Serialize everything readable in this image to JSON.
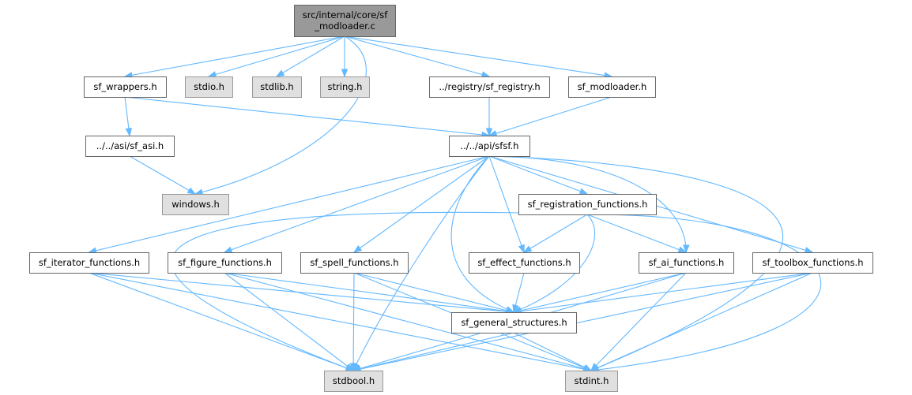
{
  "nodes": [
    {
      "id": "root",
      "lines": [
        "src/internal/core/sf",
        "_modloader.c"
      ],
      "kind": "root"
    },
    {
      "id": "sf_wrappers",
      "lines": [
        "sf_wrappers.h"
      ],
      "kind": "file"
    },
    {
      "id": "stdio",
      "lines": [
        "stdio.h"
      ],
      "kind": "sys"
    },
    {
      "id": "stdlib",
      "lines": [
        "stdlib.h"
      ],
      "kind": "sys"
    },
    {
      "id": "string",
      "lines": [
        "string.h"
      ],
      "kind": "sys"
    },
    {
      "id": "sf_registry",
      "lines": [
        "../registry/sf_registry.h"
      ],
      "kind": "file"
    },
    {
      "id": "sf_modloader",
      "lines": [
        "sf_modloader.h"
      ],
      "kind": "file"
    },
    {
      "id": "sf_asi",
      "lines": [
        "../../asi/sf_asi.h"
      ],
      "kind": "file"
    },
    {
      "id": "sfsf",
      "lines": [
        "../../api/sfsf.h"
      ],
      "kind": "file"
    },
    {
      "id": "windows",
      "lines": [
        "windows.h"
      ],
      "kind": "sys"
    },
    {
      "id": "sf_registration",
      "lines": [
        "sf_registration_functions.h"
      ],
      "kind": "file"
    },
    {
      "id": "sf_iterator",
      "lines": [
        "sf_iterator_functions.h"
      ],
      "kind": "file"
    },
    {
      "id": "sf_figure",
      "lines": [
        "sf_figure_functions.h"
      ],
      "kind": "file"
    },
    {
      "id": "sf_spell",
      "lines": [
        "sf_spell_functions.h"
      ],
      "kind": "file"
    },
    {
      "id": "sf_effect",
      "lines": [
        "sf_effect_functions.h"
      ],
      "kind": "file"
    },
    {
      "id": "sf_ai",
      "lines": [
        "sf_ai_functions.h"
      ],
      "kind": "file"
    },
    {
      "id": "sf_toolbox",
      "lines": [
        "sf_toolbox_functions.h"
      ],
      "kind": "file"
    },
    {
      "id": "sf_general",
      "lines": [
        "sf_general_structures.h"
      ],
      "kind": "file"
    },
    {
      "id": "stdbool",
      "lines": [
        "stdbool.h"
      ],
      "kind": "sys"
    },
    {
      "id": "stdint",
      "lines": [
        "stdint.h"
      ],
      "kind": "sys"
    }
  ],
  "edges": [
    [
      "root",
      "sf_wrappers"
    ],
    [
      "root",
      "stdio"
    ],
    [
      "root",
      "stdlib"
    ],
    [
      "root",
      "string"
    ],
    [
      "root",
      "sf_registry"
    ],
    [
      "root",
      "sf_modloader"
    ],
    [
      "root",
      "windows"
    ],
    [
      "sf_wrappers",
      "sf_asi"
    ],
    [
      "sf_wrappers",
      "sfsf"
    ],
    [
      "sf_asi",
      "windows"
    ],
    [
      "sf_registry",
      "sfsf"
    ],
    [
      "sf_modloader",
      "sfsf"
    ],
    [
      "sfsf",
      "sf_registration"
    ],
    [
      "sfsf",
      "sf_iterator"
    ],
    [
      "sfsf",
      "sf_figure"
    ],
    [
      "sfsf",
      "sf_spell"
    ],
    [
      "sfsf",
      "sf_effect"
    ],
    [
      "sfsf",
      "sf_ai"
    ],
    [
      "sfsf",
      "sf_toolbox"
    ],
    [
      "sfsf",
      "sf_general"
    ],
    [
      "sfsf",
      "stdbool"
    ],
    [
      "sfsf",
      "stdint"
    ],
    [
      "sf_registration",
      "sf_effect"
    ],
    [
      "sf_registration",
      "sf_ai"
    ],
    [
      "sf_registration",
      "sf_general"
    ],
    [
      "sf_registration",
      "stdbool"
    ],
    [
      "sf_registration",
      "stdint"
    ],
    [
      "sf_iterator",
      "sf_general"
    ],
    [
      "sf_iterator",
      "stdbool"
    ],
    [
      "sf_iterator",
      "stdint"
    ],
    [
      "sf_figure",
      "sf_general"
    ],
    [
      "sf_figure",
      "stdbool"
    ],
    [
      "sf_figure",
      "stdint"
    ],
    [
      "sf_spell",
      "sf_general"
    ],
    [
      "sf_spell",
      "stdbool"
    ],
    [
      "sf_spell",
      "stdint"
    ],
    [
      "sf_effect",
      "sf_general"
    ],
    [
      "sf_ai",
      "sf_general"
    ],
    [
      "sf_ai",
      "stdbool"
    ],
    [
      "sf_ai",
      "stdint"
    ],
    [
      "sf_toolbox",
      "sf_general"
    ],
    [
      "sf_toolbox",
      "stdbool"
    ],
    [
      "sf_toolbox",
      "stdint"
    ],
    [
      "sf_general",
      "stdbool"
    ],
    [
      "sf_general",
      "stdint"
    ]
  ]
}
